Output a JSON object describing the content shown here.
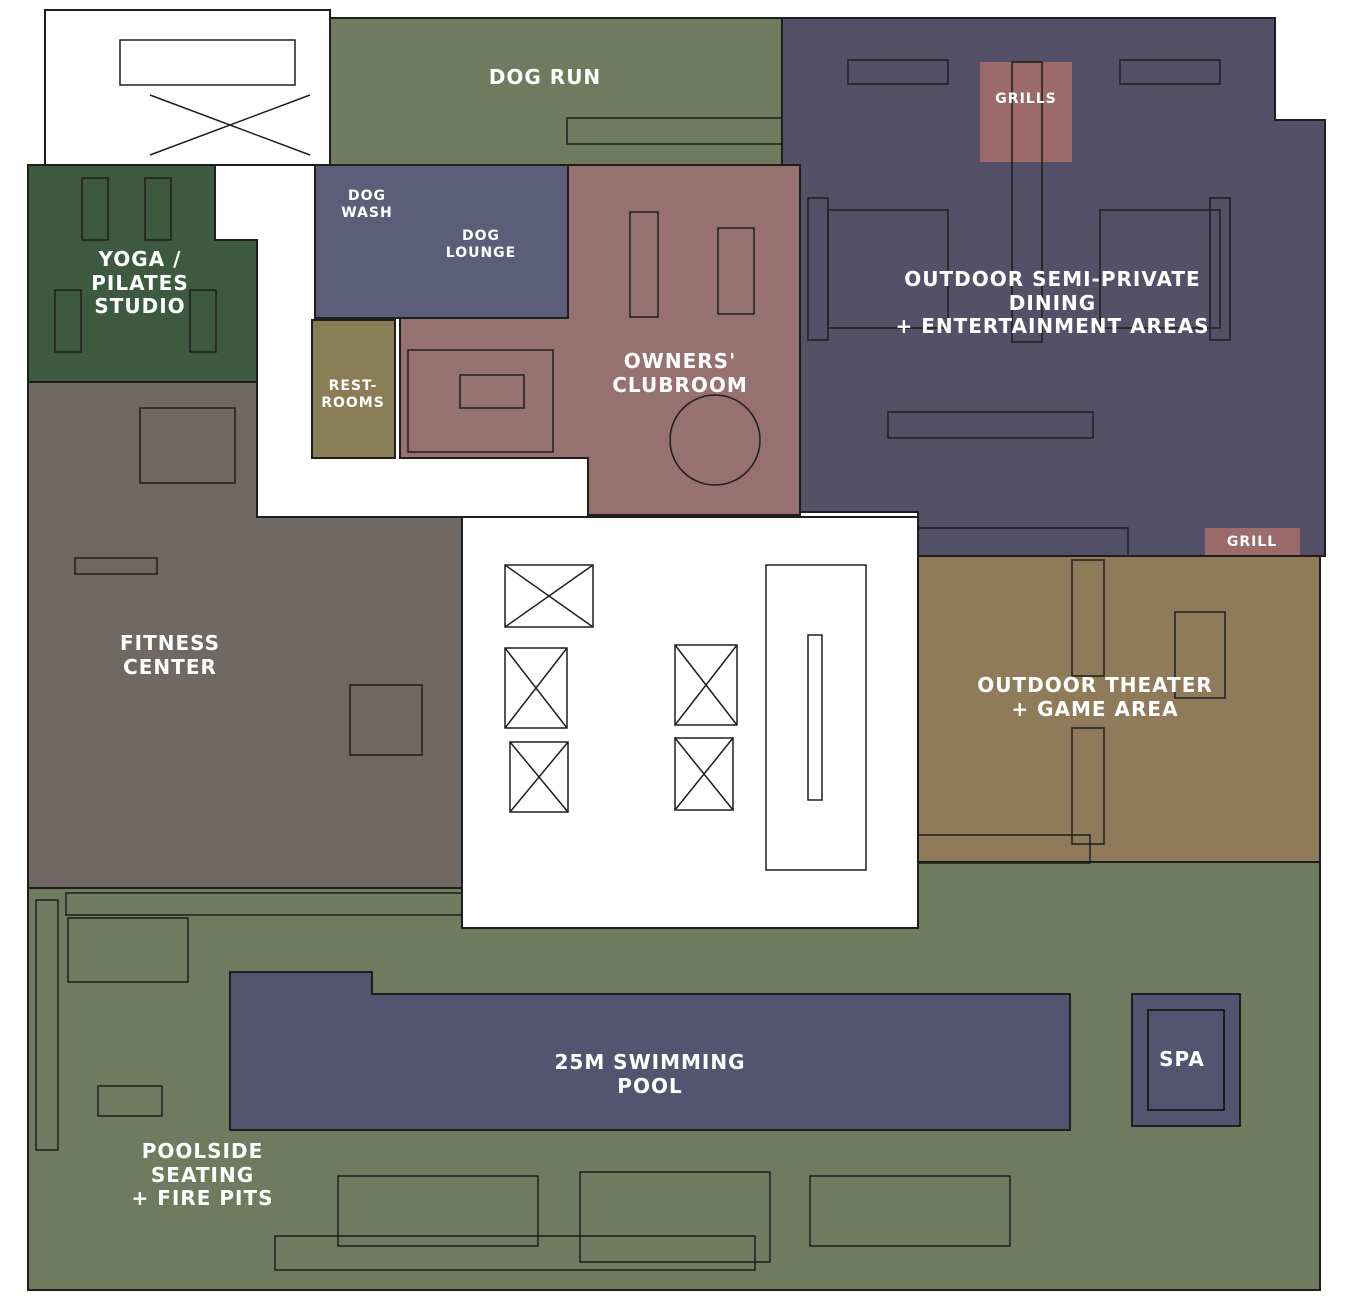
{
  "colors": {
    "outdoor_green": "#6f7a5e",
    "yoga_green": "#3d5a40",
    "fitness_gray": "#6f6863",
    "dining_slate": "#535068",
    "dog_slate": "#5c5d78",
    "clubroom_rose": "#977070",
    "restroom_tan": "#8a7c54",
    "theater_tan": "#8f7b5a",
    "grill_rose": "#9a6b69",
    "pool_slate": "#545470",
    "line": "#1e1e1e"
  },
  "labels": {
    "dog_run": "DOG RUN",
    "dog_wash": "DOG\nWASH",
    "dog_lounge": "DOG\nLOUNGE",
    "grills": "GRILLS",
    "yoga": "YOGA /\nPILATES\nSTUDIO",
    "dining": "OUTDOOR SEMI-PRIVATE DINING\n+ ENTERTAINMENT AREAS",
    "clubroom": "OWNERS'\nCLUBROOM",
    "restrooms": "REST-\nROOMS",
    "fitness": "FITNESS\nCENTER",
    "grill": "GRILL",
    "theater": "OUTDOOR THEATER\n+ GAME AREA",
    "pool": "25M SWIMMING POOL",
    "spa": "SPA",
    "poolside": "POOLSIDE SEATING\n+ FIRE PITS"
  }
}
